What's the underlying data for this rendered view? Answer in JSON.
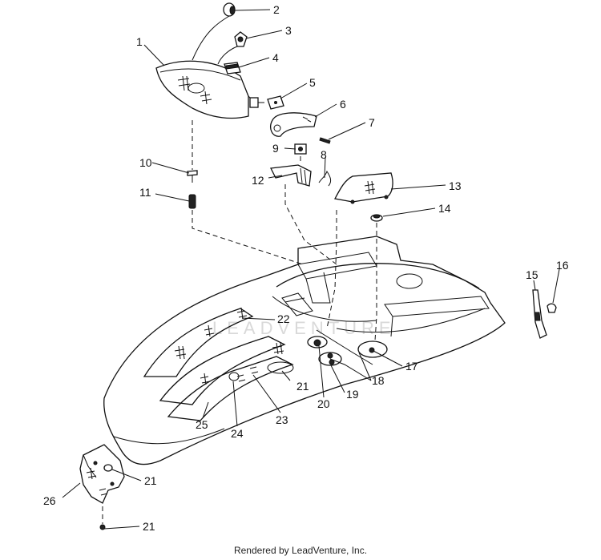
{
  "watermark": "LEADVENTURE",
  "footer": "Rendered by LeadVenture, Inc.",
  "callouts": [
    "1",
    "2",
    "3",
    "4",
    "5",
    "6",
    "7",
    "8",
    "9",
    "10",
    "11",
    "12",
    "13",
    "14",
    "15",
    "16",
    "17",
    "18",
    "19",
    "20",
    "21",
    "21",
    "21",
    "22",
    "23",
    "24",
    "25",
    "26"
  ]
}
